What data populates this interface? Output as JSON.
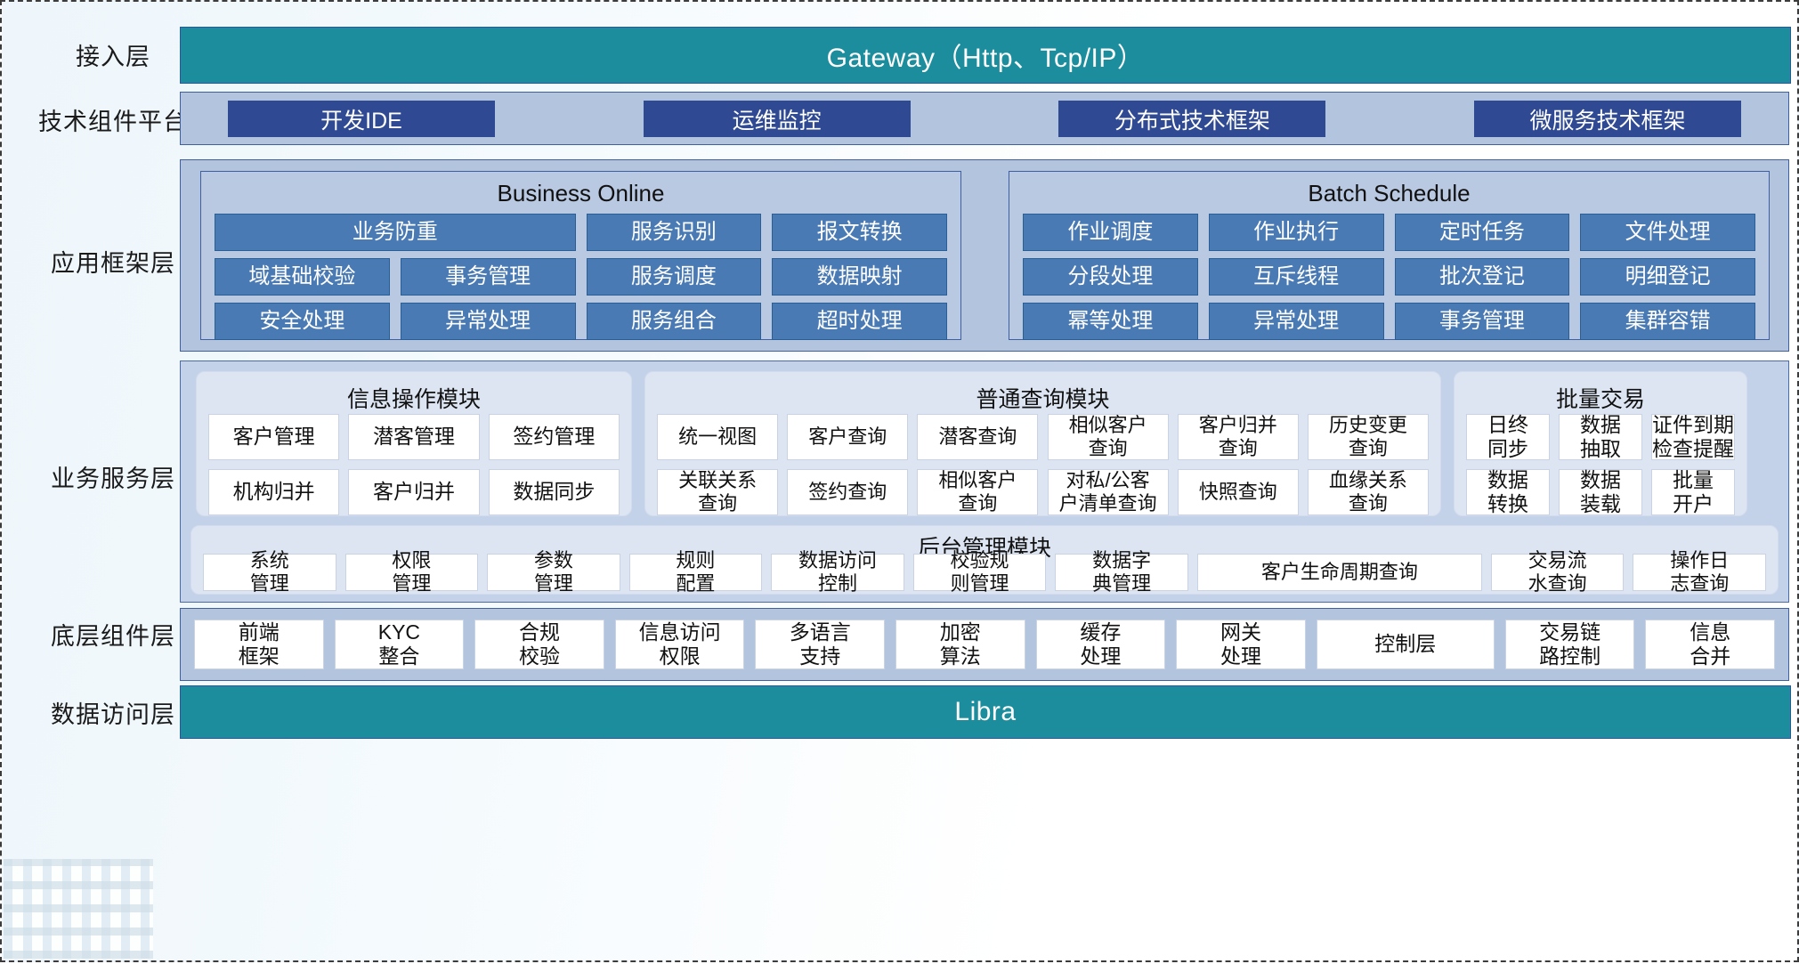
{
  "layers": [
    {
      "key": "access",
      "label": "接入层"
    },
    {
      "key": "tech",
      "label": "技术组件平台"
    },
    {
      "key": "appframe",
      "label": "应用框架层"
    },
    {
      "key": "bizsvc",
      "label": "业务服务层"
    },
    {
      "key": "base",
      "label": "底层组件层"
    },
    {
      "key": "data",
      "label": "数据访问层"
    }
  ],
  "access_layer": {
    "banner_label": "Gateway（Http、Tcp/IP）",
    "color": "#1b8d9c"
  },
  "tech_layer": {
    "items": [
      {
        "label": "开发IDE"
      },
      {
        "label": "运维监控"
      },
      {
        "label": "分布式技术框架"
      },
      {
        "label": "微服务技术框架"
      }
    ],
    "color": "#2f4a92"
  },
  "app_framework_layer": {
    "groups": [
      {
        "title": "Business Online",
        "rows": [
          [
            {
              "label": "业务防重",
              "span": 2
            },
            {
              "label": "服务识别",
              "span": 1
            },
            {
              "label": "报文转换",
              "span": 1
            }
          ],
          [
            {
              "label": "域基础校验",
              "span": 1
            },
            {
              "label": "事务管理",
              "span": 1
            },
            {
              "label": "服务调度",
              "span": 1
            },
            {
              "label": "数据映射",
              "span": 1
            }
          ],
          [
            {
              "label": "安全处理",
              "span": 1
            },
            {
              "label": "异常处理",
              "span": 1
            },
            {
              "label": "服务组合",
              "span": 1
            },
            {
              "label": "超时处理",
              "span": 1
            }
          ]
        ]
      },
      {
        "title": "Batch Schedule",
        "rows": [
          [
            {
              "label": "作业调度",
              "span": 1
            },
            {
              "label": "作业执行",
              "span": 1
            },
            {
              "label": "定时任务",
              "span": 1
            },
            {
              "label": "文件处理",
              "span": 1
            }
          ],
          [
            {
              "label": "分段处理",
              "span": 1
            },
            {
              "label": "互斥线程",
              "span": 1
            },
            {
              "label": "批次登记",
              "span": 1
            },
            {
              "label": "明细登记",
              "span": 1
            }
          ],
          [
            {
              "label": "幂等处理",
              "span": 1
            },
            {
              "label": "异常处理",
              "span": 1
            },
            {
              "label": "事务管理",
              "span": 1
            },
            {
              "label": "集群容错",
              "span": 1
            }
          ]
        ]
      }
    ],
    "chip_color": "#4a7ab4"
  },
  "business_service_layer": {
    "groups": [
      {
        "title": "信息操作模块",
        "cols": 3,
        "rows": [
          [
            "客户管理",
            "潜客管理",
            "签约管理"
          ],
          [
            "机构归并",
            "客户归并",
            "数据同步"
          ]
        ]
      },
      {
        "title": "普通查询模块",
        "cols": 6,
        "rows": [
          [
            "统一视图",
            "客户查询",
            "潜客查询",
            "相似客户\n查询",
            "客户归并\n查询",
            "历史变更\n查询"
          ],
          [
            "关联关系\n查询",
            "签约查询",
            "相似客户\n查询",
            "对私/公客\n户清单查询",
            "快照查询",
            "血缘关系\n查询"
          ]
        ]
      },
      {
        "title": "批量交易",
        "cols": 3,
        "rows": [
          [
            "日终\n同步",
            "数据\n抽取",
            "证件到期\n检查提醒"
          ],
          [
            "数据\n转换",
            "数据\n装载",
            "批量\n开户"
          ]
        ]
      }
    ],
    "admin_group": {
      "title": "后台管理模块",
      "items": [
        {
          "label": "系统\n管理",
          "wide": false
        },
        {
          "label": "权限\n管理",
          "wide": false
        },
        {
          "label": "参数\n管理",
          "wide": false
        },
        {
          "label": "规则\n配置",
          "wide": false
        },
        {
          "label": "数据访问\n控制",
          "wide": false
        },
        {
          "label": "校验规\n则管理",
          "wide": false
        },
        {
          "label": "数据字\n典管理",
          "wide": false
        },
        {
          "label": "客户生命周期查询",
          "wide": true
        },
        {
          "label": "交易流\n水查询",
          "wide": false
        },
        {
          "label": "操作日\n志查询",
          "wide": false
        }
      ]
    }
  },
  "base_component_layer": {
    "items": [
      {
        "label": "前端\n框架",
        "wide": false
      },
      {
        "label": "KYC\n整合",
        "wide": false
      },
      {
        "label": "合规\n校验",
        "wide": false
      },
      {
        "label": "信息访问\n权限",
        "wide": false
      },
      {
        "label": "多语言\n支持",
        "wide": false
      },
      {
        "label": "加密\n算法",
        "wide": false
      },
      {
        "label": "缓存\n处理",
        "wide": false
      },
      {
        "label": "网关\n处理",
        "wide": false
      },
      {
        "label": "控制层",
        "wide": true
      },
      {
        "label": "交易链\n路控制",
        "wide": false
      },
      {
        "label": "信息\n合并",
        "wide": false
      }
    ]
  },
  "data_access_layer": {
    "banner_label": "Libra",
    "color": "#1b8d9c"
  }
}
